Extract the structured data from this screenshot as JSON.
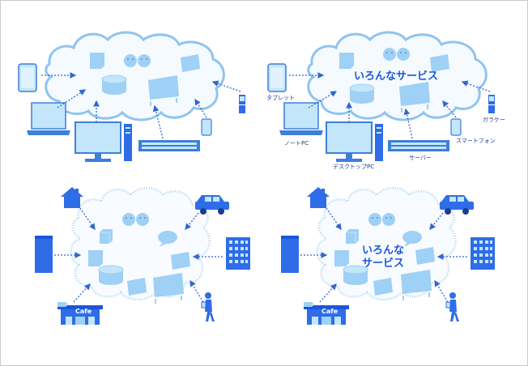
{
  "panels": {
    "top_right": {
      "center_text": "いろんなサービス",
      "labels": {
        "tablet": "タブレット",
        "notebook": "ノートPC",
        "desktop": "デスクトップPC",
        "server": "サーバー",
        "smartphone": "スマートフォン",
        "feature_phone": "ガラケー"
      }
    },
    "bottom_right": {
      "center_line1": "いろんな",
      "center_line2": "サービス"
    },
    "bottom_left": {
      "cafe_sign": "Cafe"
    },
    "bottom_right_cafe": {
      "cafe_sign": "Cafe"
    }
  },
  "colors": {
    "cloud_stroke": "#8fc4ee",
    "cloud_fill": "#f5faff",
    "service_fill": "#9fd0f5",
    "device_fill": "#c4e6fb",
    "device_stroke": "#3d7fd9",
    "location_blue": "#2f6ce8",
    "arrow": "#3366cc"
  }
}
